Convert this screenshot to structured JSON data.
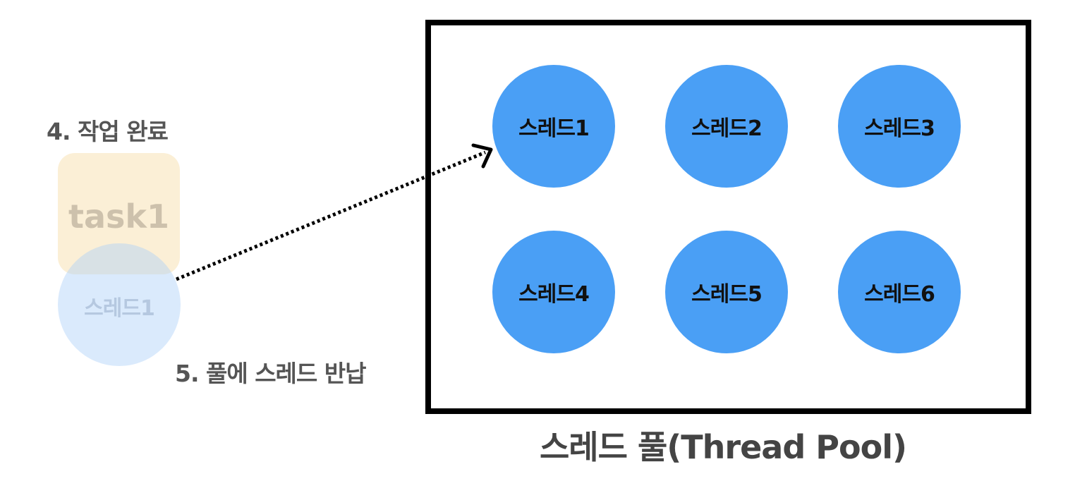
{
  "steps": {
    "complete": "4. 작업 완료",
    "return": "5. 풀에 스레드 반납"
  },
  "task": {
    "label": "task1"
  },
  "returning_thread": {
    "label": "스레드1"
  },
  "pool": {
    "caption": "스레드 풀(Thread Pool)",
    "threads": [
      "스레드1",
      "스레드2",
      "스레드3",
      "스레드4",
      "스레드5",
      "스레드6"
    ]
  },
  "colors": {
    "thread": "#4a9ff5",
    "task": "#f8e1b4",
    "border": "#000000"
  }
}
